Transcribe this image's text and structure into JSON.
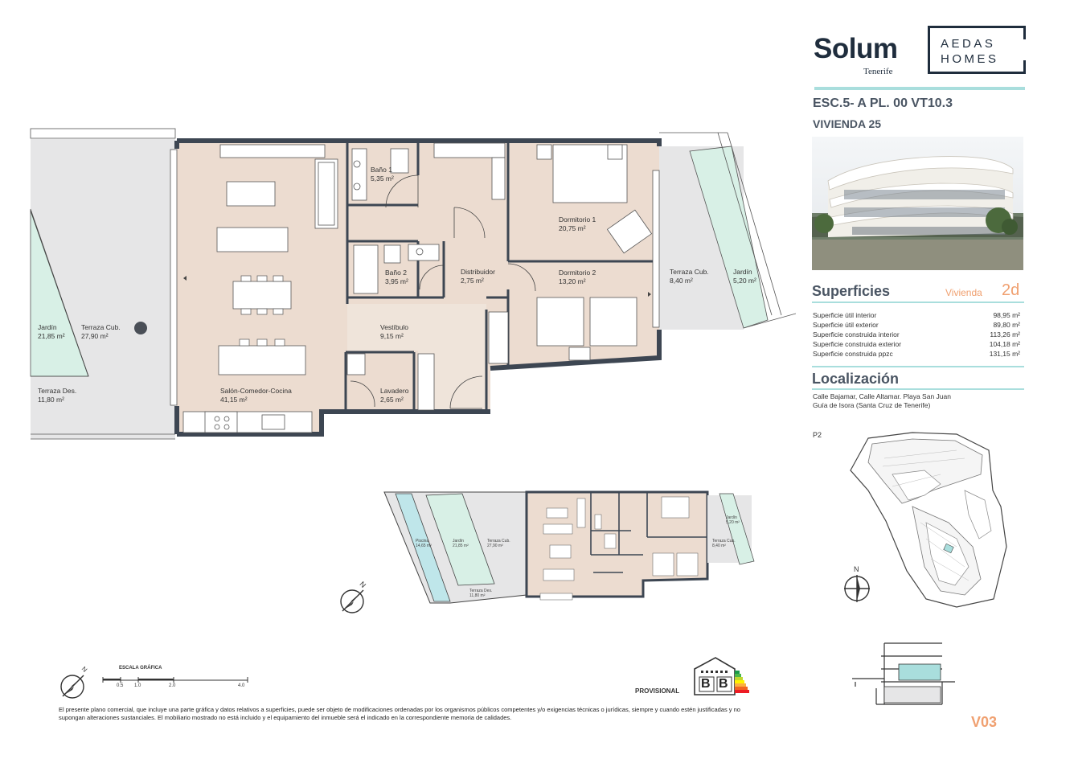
{
  "brand": {
    "name": "Solum",
    "location": "Tenerife",
    "partner_line1": "AEDAS",
    "partner_line2": "HOMES"
  },
  "unit": {
    "code": "ESC.5- A  PL. 00 VT10.3",
    "name": "VIVIENDA 25"
  },
  "superficies": {
    "title": "Superficies",
    "type_label": "Vivienda",
    "type_value": "2d",
    "rows": [
      {
        "label": "Superficie útil interior",
        "value": "98,95 m²"
      },
      {
        "label": "Superficie útil exterior",
        "value": "89,80 m²"
      },
      {
        "label": "Superficie construida interior",
        "value": "113,26 m²"
      },
      {
        "label": "Superficie construida exterior",
        "value": "104,18 m²"
      },
      {
        "label": "Superficie construida ppzc",
        "value": "131,15 m²"
      }
    ]
  },
  "localizacion": {
    "title": "Localización",
    "line1": "Calle Bajamar, Calle Altamar. Playa San Juan",
    "line2": "Guía de Isora (Santa Cruz de Tenerife)"
  },
  "site_plan": {
    "label": "P2",
    "north": "N"
  },
  "rooms": {
    "jardin_w": {
      "name": "Jardín",
      "area": "21,85 m²"
    },
    "terraza_cub_w": {
      "name": "Terraza Cub.",
      "area": "27,90 m²"
    },
    "terraza_des": {
      "name": "Terraza Des.",
      "area": "11,80 m²"
    },
    "salon": {
      "name": "Salón-Comedor-Cocina",
      "area": "41,15 m²"
    },
    "bano1": {
      "name": "Baño 1",
      "area": "5,35 m²"
    },
    "bano2": {
      "name": "Baño 2",
      "area": "3,95 m²"
    },
    "distribuidor": {
      "name": "Distribuidor",
      "area": "2,75 m²"
    },
    "vestibulo": {
      "name": "Vestíbulo",
      "area": "9,15 m²"
    },
    "lavadero": {
      "name": "Lavadero",
      "area": "2,65 m²"
    },
    "dormitorio1": {
      "name": "Dormitorio 1",
      "area": "20,75 m²"
    },
    "dormitorio2": {
      "name": "Dormitorio 2",
      "area": "13,20 m²"
    },
    "terraza_cub_e": {
      "name": "Terraza Cub.",
      "area": "8,40 m²"
    },
    "jardin_e": {
      "name": "Jardín",
      "area": "5,20 m²"
    }
  },
  "mini_plan": {
    "piscina": {
      "name": "Piscina",
      "area": "14,65 m²"
    },
    "jardin_w": {
      "name": "Jardín",
      "area": "21,85 m²"
    },
    "terraza_cub_w": {
      "name": "Terraza Cub.",
      "area": "27,90 m²"
    },
    "terraza_des": {
      "name": "Terraza Des.",
      "area": "11,80 m²"
    },
    "jardin_e": {
      "name": "Jardín",
      "area": "5,20 m²"
    },
    "terraza_cub_e": {
      "name": "Terraza Cub.",
      "area": "8,40 m²"
    },
    "north": "N"
  },
  "scale": {
    "title": "ESCALA GRÁFICA",
    "ticks": [
      "0.5",
      "1.0",
      "2.0",
      "4.0"
    ],
    "north": "N"
  },
  "energy": {
    "status": "PROVISIONAL",
    "rating1": "B",
    "rating2": "B"
  },
  "disclaimer": "El presente plano comercial, que incluye una parte gráfica y datos relativos a superficies, puede ser objeto de modificaciones ordenadas por los organismos públicos competentes y/o exigencias técnicas o jurídicas, siempre y cuando estén justificadas y no supongan alteraciones sustanciales. El mobiliario mostrado no está incluido y el equipamiento del inmueble será el indicado en la correspondiente memoria de calidades.",
  "version": "V03",
  "colors": {
    "accent": "#a9dedd",
    "orange": "#f0a070",
    "room_fill": "#ecdcd0",
    "terrace_fill": "#e6e6e7",
    "garden_fill": "#d8f0e6",
    "wall": "#3d4652"
  }
}
